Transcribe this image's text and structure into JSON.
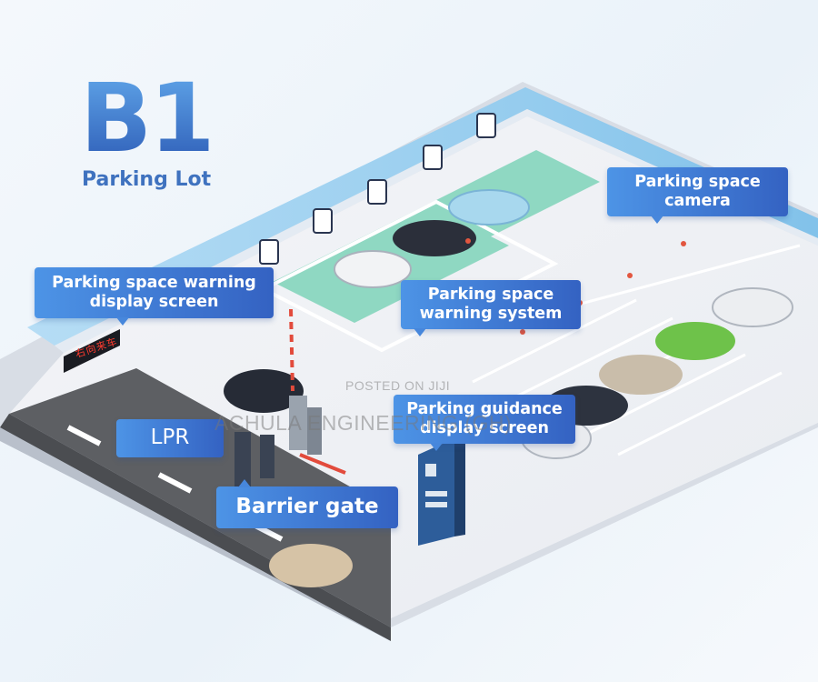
{
  "header": {
    "level_code": "B1",
    "subtitle": "Parking Lot"
  },
  "callouts": {
    "warning_screen": "Parking space warning\ndisplay screen",
    "camera": "Parking space\ncamera",
    "warning_system": "Parking space\nwarning system",
    "guidance_screen": "Parking guidance\ndisplay screen",
    "lpr": "LPR",
    "barrier_gate": "Barrier gate"
  },
  "led_sign": "右向来车",
  "watermarks": {
    "posted": "POSTED ON JIJI",
    "company": "ACHULA ENGINEERING (GH)"
  },
  "colors": {
    "callout_start": "#4d94e6",
    "callout_end": "#3462c2",
    "title_top": "#5fa4e8",
    "title_bottom": "#2f5fb8",
    "floor": "#f0f2f6",
    "wall": "#9fd0ef",
    "road": "#5a5a5a",
    "charging_bay": "#8fd8c2",
    "led_red": "#ff3b2f"
  }
}
